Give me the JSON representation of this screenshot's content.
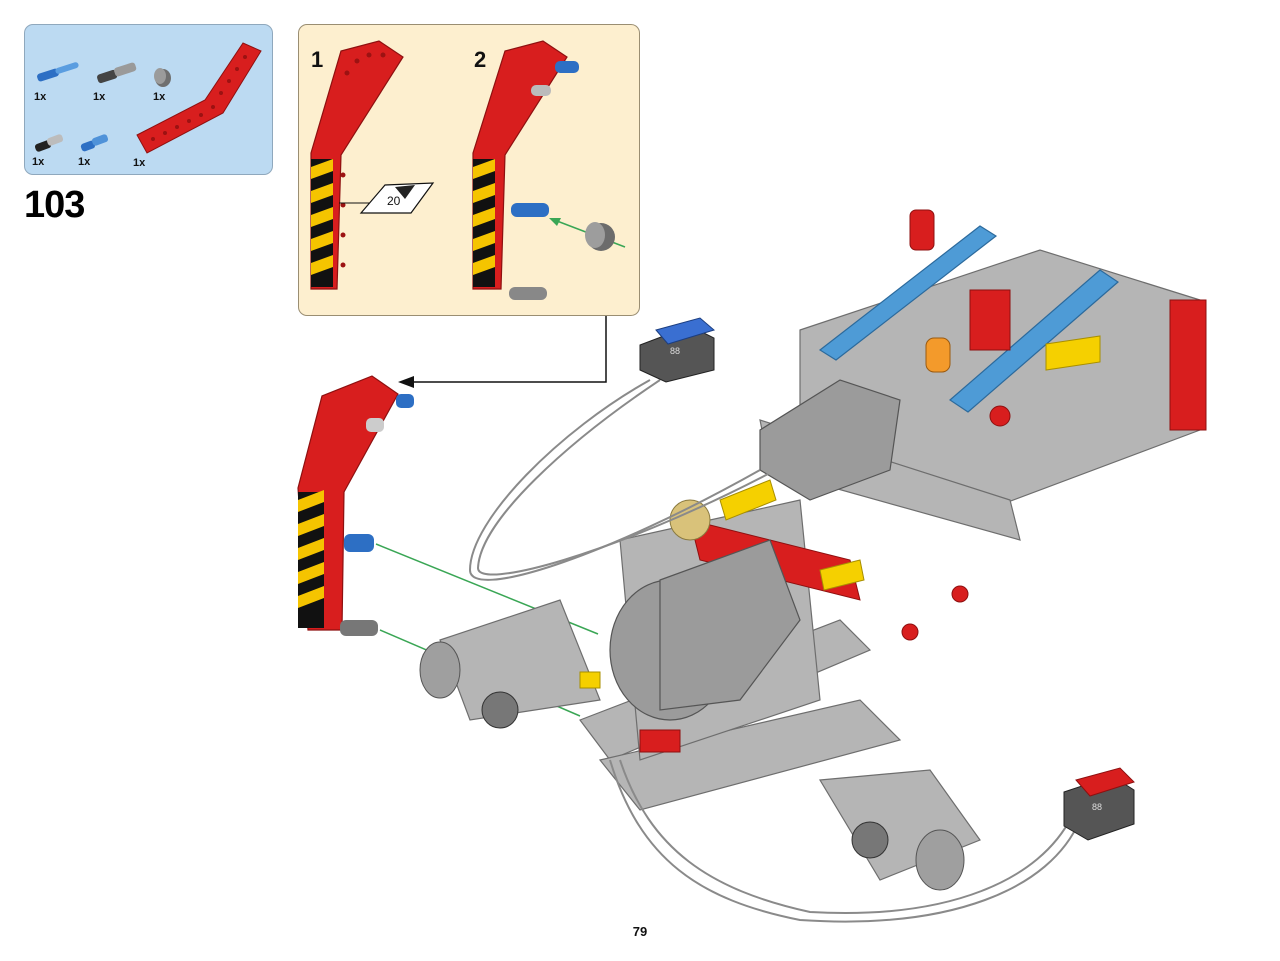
{
  "step": {
    "number": "103"
  },
  "parts": [
    {
      "qty": "1x",
      "name": "blue-axle-pin"
    },
    {
      "qty": "1x",
      "name": "grey-axle-pin"
    },
    {
      "qty": "1x",
      "name": "grey-bush"
    },
    {
      "qty": "1x",
      "name": "black-grey-pin"
    },
    {
      "qty": "1x",
      "name": "blue-pin"
    },
    {
      "qty": "1x",
      "name": "red-bent-beam"
    }
  ],
  "substeps": [
    {
      "number": "1",
      "sticker": "20"
    },
    {
      "number": "2"
    }
  ],
  "connector_labels": {
    "blue_plug": "88",
    "red_plug": "88"
  },
  "page": {
    "number": "79"
  },
  "colors": {
    "parts_bg": "#bcdaf2",
    "substep_bg": "#fdefcf",
    "beam_red": "#d81e1e",
    "stripe_yellow": "#f5c400",
    "guide_green": "#3aa655"
  }
}
